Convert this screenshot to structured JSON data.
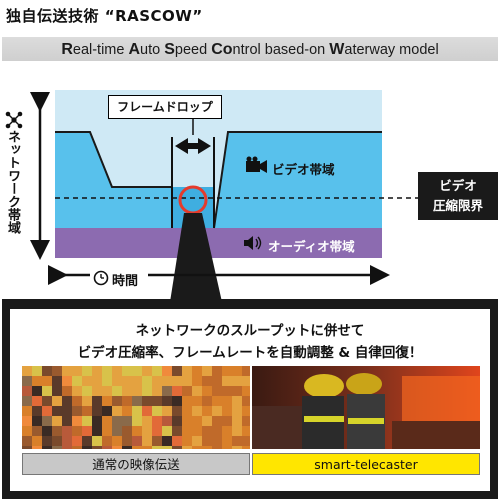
{
  "header": {
    "title": "独自伝送技術 “RASCOW”",
    "subtitle_parts": [
      {
        "cap": "R",
        "rest": "eal-time "
      },
      {
        "cap": "A",
        "rest": "uto "
      },
      {
        "cap": "S",
        "rest": "peed "
      },
      {
        "cap": "Co",
        "rest": "ntrol based-on "
      },
      {
        "cap": "W",
        "rest": "aterway model"
      }
    ]
  },
  "diagram": {
    "y_axis_label": "ネットワーク帯域",
    "x_axis_label": "時間",
    "callout": "フレームドロップ",
    "video_band_label": "ビデオ帯域",
    "audio_band_label": "オーディオ帯域",
    "limit_label_line1": "ビデオ",
    "limit_label_line2": "圧縮限界",
    "colors": {
      "sky": "#cfe9f5",
      "water": "#58c1ec",
      "audio": "#8c6bb0",
      "highlight": "#e53b2c"
    }
  },
  "panel": {
    "message_line1": "ネットワークのスループットに併せて",
    "message_line2": "ビデオ圧縮率、フレームレートを自動調整 & 自律回復！",
    "left_caption": "通常の映像伝送",
    "right_caption": "smart-telecaster",
    "left_caption_color": "#c8c8c8",
    "right_caption_color": "#ffe600"
  }
}
